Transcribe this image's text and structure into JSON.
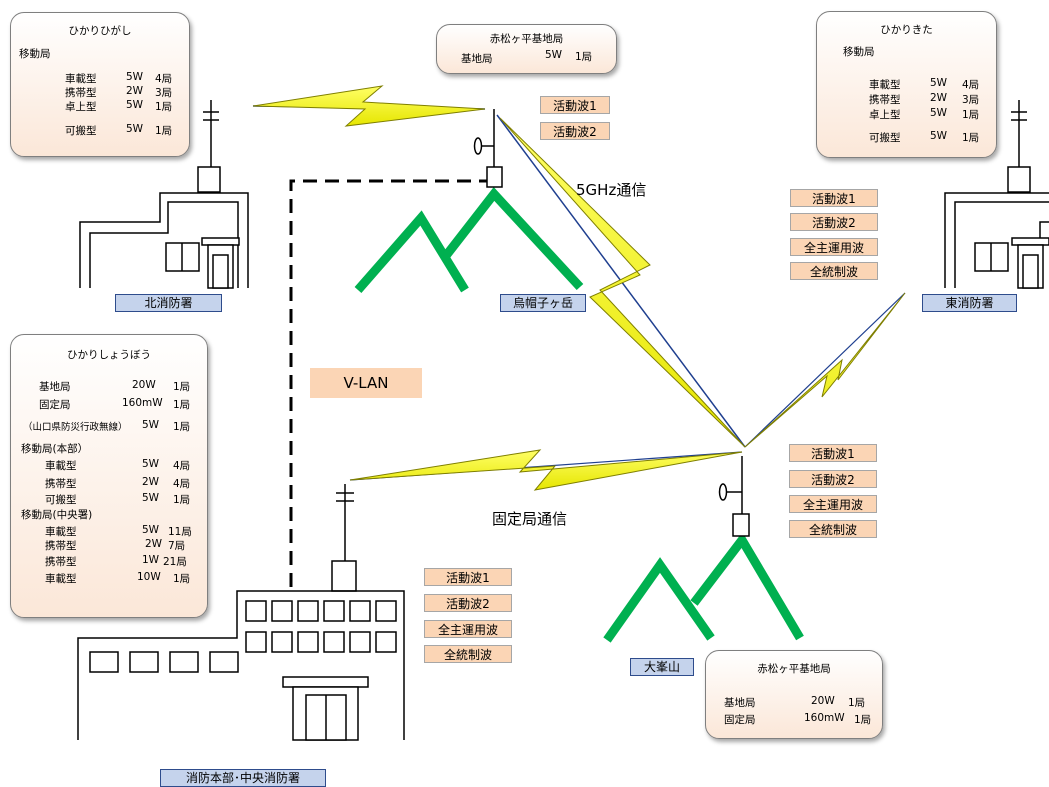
{
  "boxes": {
    "hikari_higashi": {
      "title": "ひかりひがし",
      "group": "移動局",
      "rows": [
        {
          "type": "車載型",
          "power": "5W",
          "count": "4局"
        },
        {
          "type": "携帯型",
          "power": "2W",
          "count": "3局"
        },
        {
          "type": "卓上型",
          "power": "5W",
          "count": "1局"
        },
        {
          "type": "可搬型",
          "power": "5W",
          "count": "1局"
        }
      ]
    },
    "akamatsu_top": {
      "title": "赤松ヶ平基地局",
      "rows": [
        {
          "type": "基地局",
          "power": "5W",
          "count": "1局"
        }
      ]
    },
    "hikari_kita": {
      "title": "ひかりきた",
      "group": "移動局",
      "rows": [
        {
          "type": "車載型",
          "power": "5W",
          "count": "4局"
        },
        {
          "type": "携帯型",
          "power": "2W",
          "count": "3局"
        },
        {
          "type": "卓上型",
          "power": "5W",
          "count": "1局"
        },
        {
          "type": "可搬型",
          "power": "5W",
          "count": "1局"
        }
      ]
    },
    "hikari_shoubou": {
      "title": "ひかりしょうぼう",
      "base_rows": [
        {
          "type": "基地局",
          "power": "20W",
          "count": "1局"
        },
        {
          "type": "固定局",
          "power": "160mW",
          "count": "1局"
        }
      ],
      "note": "（山口県防災行政無線）",
      "note_power": "5W",
      "note_count": "1局",
      "honbu_label": "移動局(本部）",
      "honbu_rows": [
        {
          "type": "車載型",
          "power": "5W",
          "count": "4局"
        },
        {
          "type": "携帯型",
          "power": "2W",
          "count": "4局"
        },
        {
          "type": "可搬型",
          "power": "5W",
          "count": "1局"
        }
      ],
      "chuo_label": "移動局(中央署)",
      "chuo_rows": [
        {
          "type": "車載型",
          "power": "5W",
          "count": "11局"
        },
        {
          "type": "携帯型",
          "power": "2W",
          "count": "7局"
        },
        {
          "type": "携帯型",
          "power": "1W",
          "count": "21局"
        },
        {
          "type": "車載型",
          "power": "10W",
          "count": "1局"
        }
      ]
    },
    "akamatsu_bottom": {
      "title": "赤松ヶ平基地局",
      "rows": [
        {
          "type": "基地局",
          "power": "20W",
          "count": "1局"
        },
        {
          "type": "固定局",
          "power": "160mW",
          "count": "1局"
        }
      ]
    }
  },
  "waves": {
    "eboshi": [
      "活動波1",
      "活動波2"
    ],
    "higashi": [
      "活動波1",
      "活動波2",
      "全主運用波",
      "全統制波"
    ],
    "omine": [
      "活動波1",
      "活動波2",
      "全主運用波",
      "全統制波"
    ],
    "honbu": [
      "活動波1",
      "活動波2",
      "全主運用波",
      "全統制波"
    ]
  },
  "locations": {
    "kita": "北消防署",
    "eboshi": "烏帽子ヶ岳",
    "higashi": "東消防署",
    "omine": "大峯山",
    "honbu": "消防本部･中央消防署"
  },
  "labels": {
    "ghz": "5GHz通信",
    "vlan": "V-LAN",
    "fixed": "固定局通信"
  },
  "colors": {
    "mountain": "#00b050",
    "lightning": "#ffff00",
    "wave_fill": "#fbd5b5",
    "location_fill": "#c5d3ec",
    "radio_line": "#1f3f8f"
  }
}
